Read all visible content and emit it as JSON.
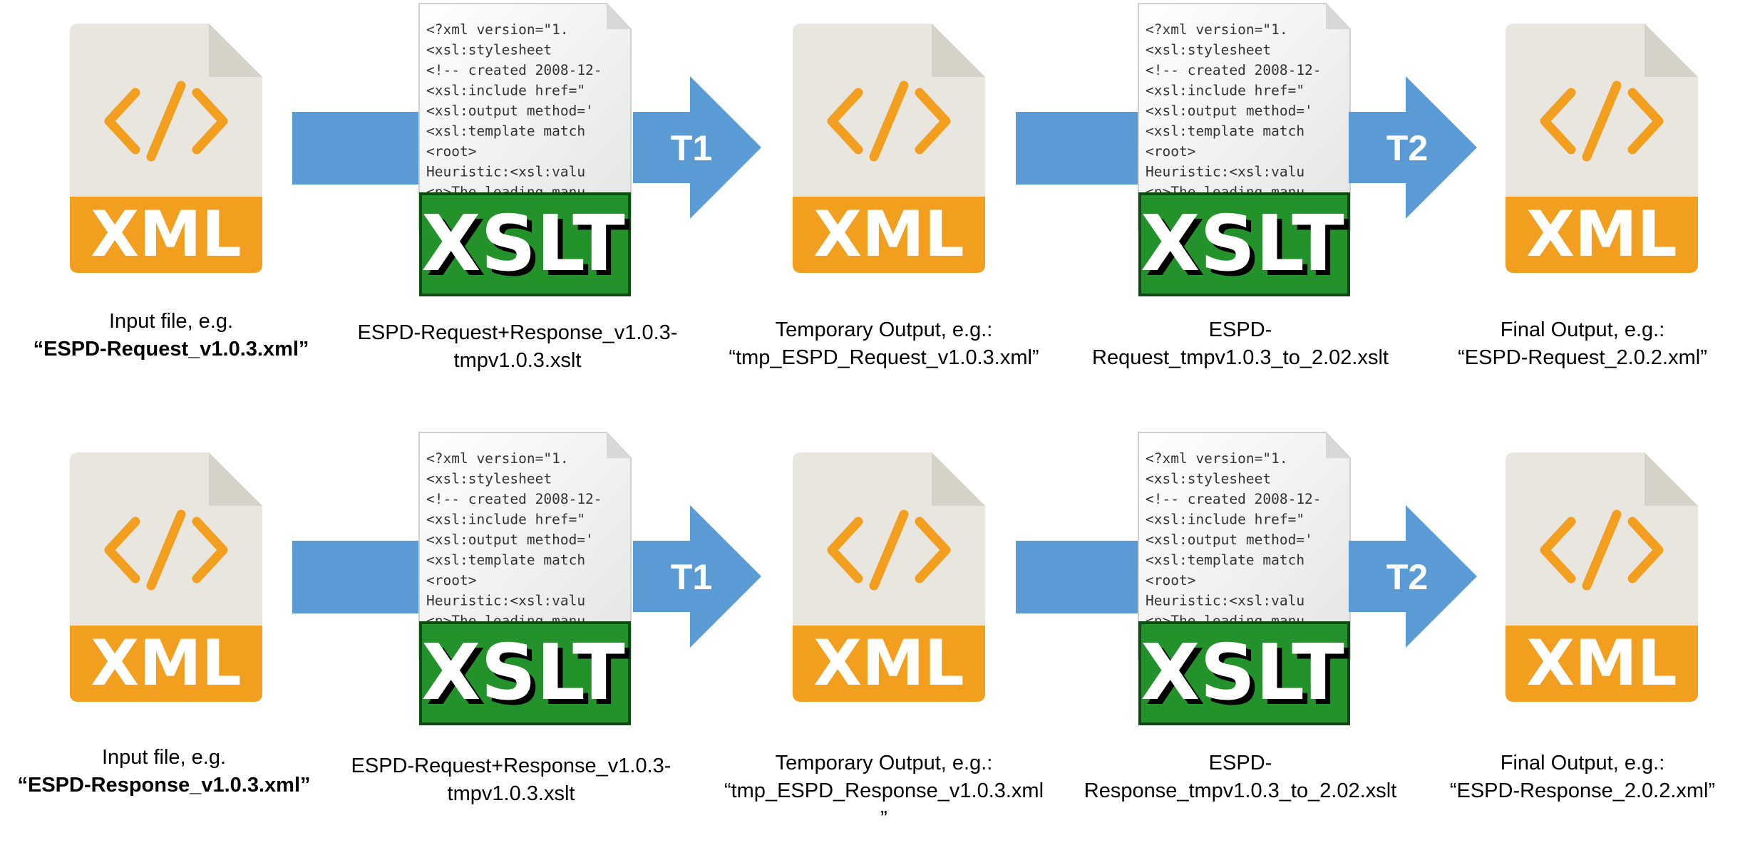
{
  "colors": {
    "arrow": "#5b9bd5",
    "xml_page": "#e8e6df",
    "xml_fold": "#d5d2c8",
    "xml_band": "#f29f1f",
    "xml_symbol": "#f29f1f",
    "xslt_green": "#23922b",
    "xslt_green_dark": "#0d4b12"
  },
  "icons": {
    "xml_file": "xml-file-icon",
    "xslt_file": "xslt-document-icon",
    "flow_arrow": "flow-arrow-icon"
  },
  "xml_icon": {
    "symbol": "</>",
    "label": "XML"
  },
  "xslt_icon": {
    "label": "XSLT",
    "code_lines": [
      "<?xml version=\"1.",
      "<xsl:stylesheet",
      "<!-- created 2008-12-",
      "  <xsl:include href=\"",
      "  <xsl:output method='",
      "  <xsl:template match",
      "  <root>",
      "  Heuristic:<xsl:valu",
      "  <p>The leading manu"
    ]
  },
  "rows": [
    {
      "t1_label": "T1",
      "t2_label": "T2",
      "input_caption": [
        "Input file, e.g.",
        "“ESPD-Request_v1.0.3.xml”"
      ],
      "xslt1_caption": [
        "ESPD-Request+Response_v1.0.3-",
        "tmpv1.0.3.xslt"
      ],
      "temp_caption": [
        "Temporary Output, e.g.:",
        "“tmp_ESPD_Request_v1.0.3.xml”"
      ],
      "xslt2_caption": [
        "ESPD-",
        "Request_tmpv1.0.3_to_2.02.xslt"
      ],
      "final_caption": [
        "Final Output, e.g.:",
        "“ESPD-Request_2.0.2.xml”"
      ]
    },
    {
      "t1_label": "T1",
      "t2_label": "T2",
      "input_caption": [
        "Input file, e.g.",
        "“ESPD-Response_v1.0.3.xml”"
      ],
      "xslt1_caption": [
        "ESPD-Request+Response_v1.0.3-",
        "tmpv1.0.3.xslt"
      ],
      "temp_caption": [
        "Temporary Output, e.g.:",
        "“tmp_ESPD_Response_v1.0.3.xml",
        "”"
      ],
      "xslt2_caption": [
        "ESPD-",
        "Response_tmpv1.0.3_to_2.02.xslt"
      ],
      "final_caption": [
        "Final Output, e.g.:",
        "“ESPD-Response_2.0.2.xml”"
      ]
    }
  ]
}
